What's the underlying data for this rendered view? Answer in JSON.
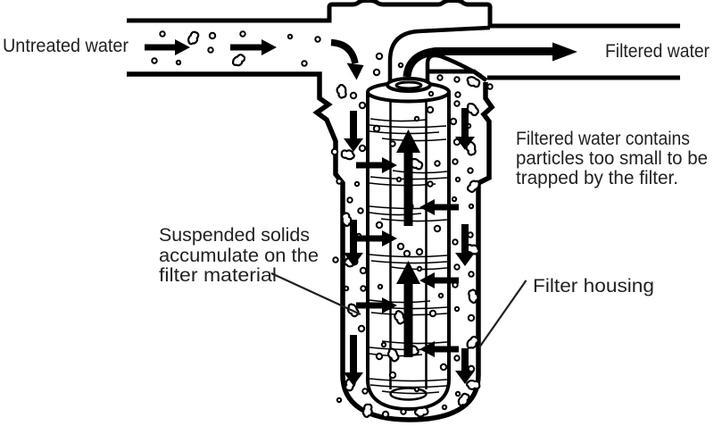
{
  "diagram": {
    "type": "illustration",
    "subject": "Cartridge water filter cross-section",
    "colors": {
      "ink": "#000000",
      "text": "#231f20",
      "background": "#ffffff"
    },
    "labels": {
      "untreated_water": "Untreated water",
      "filtered_water": "Filtered water",
      "filtered_note": {
        "line1": "Filtered water contains",
        "line2": "particles too small to be",
        "line3": "trapped by the filter."
      },
      "suspended_note": {
        "line1": "Suspended solids",
        "line2": "accumulate on the",
        "line3": "filter material"
      },
      "filter_housing": "Filter housing"
    }
  }
}
